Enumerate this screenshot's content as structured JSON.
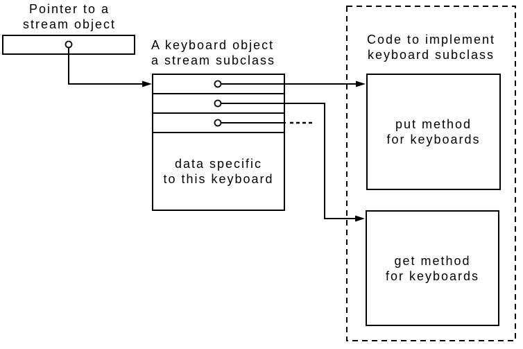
{
  "colors": {
    "line": "#000000",
    "background": "#ffffff"
  },
  "figure": {
    "pointer_box": {
      "label_line1": "Pointer to a",
      "label_line2": "stream object"
    },
    "keyboard_box": {
      "label_line1": "A keyboard object",
      "label_line2": "a stream subclass",
      "data_line1": "data specific",
      "data_line2": "to this keyboard"
    },
    "code_container": {
      "label_line1": "Code to implement",
      "label_line2": "keyboard subclass",
      "put_line1": "put method",
      "put_line2": "for keyboards",
      "get_line1": "get method",
      "get_line2": "for keyboards"
    }
  }
}
